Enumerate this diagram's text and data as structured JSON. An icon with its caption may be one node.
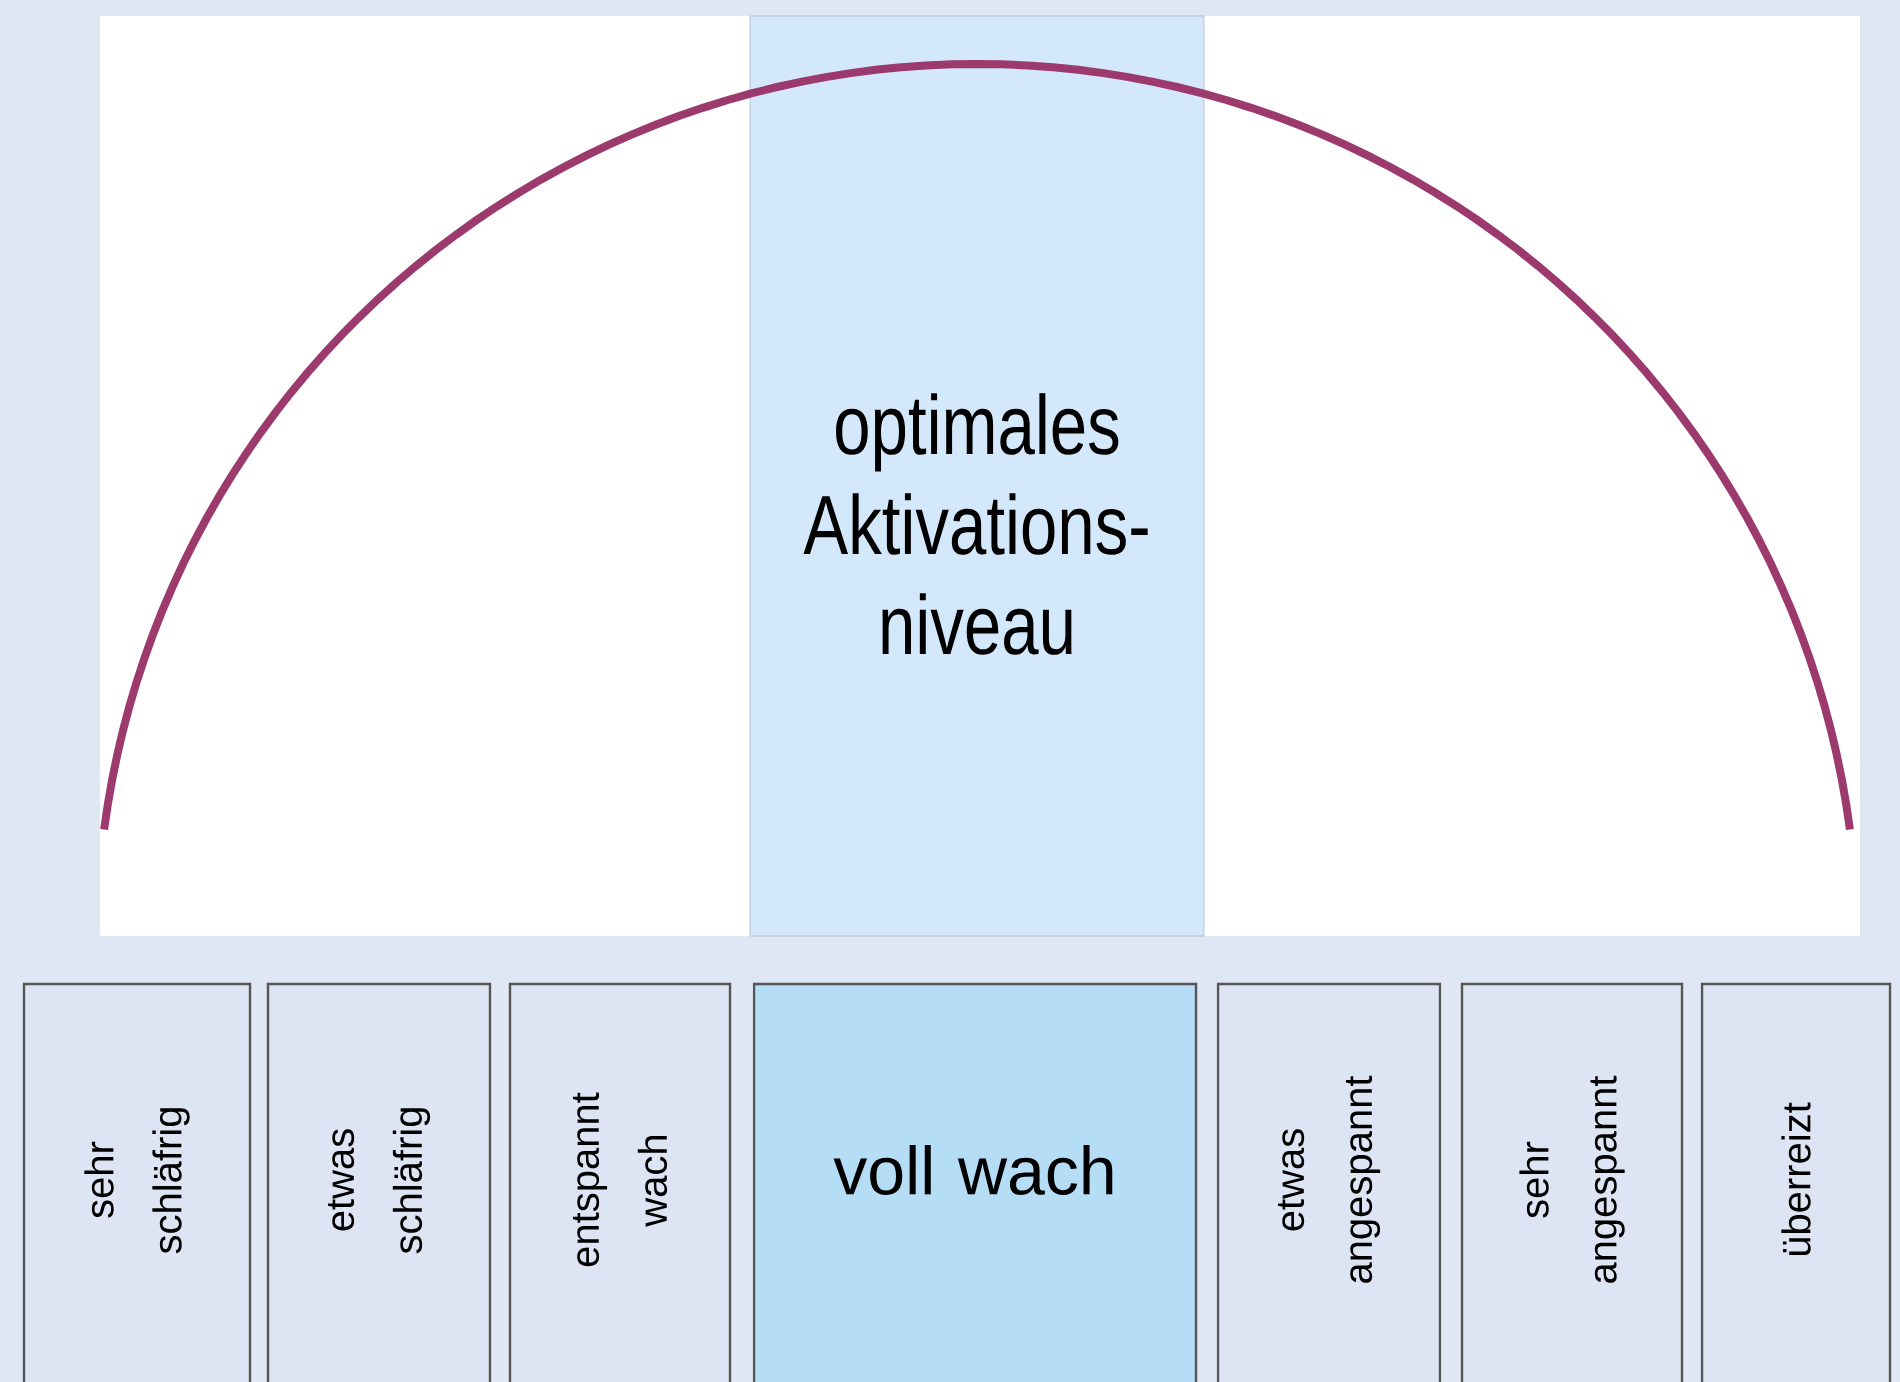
{
  "diagram": {
    "nodes": [
      {
        "text": [
          "optimales Aktivations-niveau"
        ]
      },
      {
        "text": [
          "sehr schläfrig"
        ]
      },
      {
        "text": [
          "etwas schläfrig"
        ]
      },
      {
        "text": [
          "entspannt wach"
        ]
      },
      {
        "text": [
          "voll wach"
        ]
      },
      {
        "text": [
          "etwas angespannt"
        ]
      },
      {
        "text": [
          "sehr angespannt"
        ]
      },
      {
        "text": [
          "überreizt"
        ]
      }
    ]
  }
}
